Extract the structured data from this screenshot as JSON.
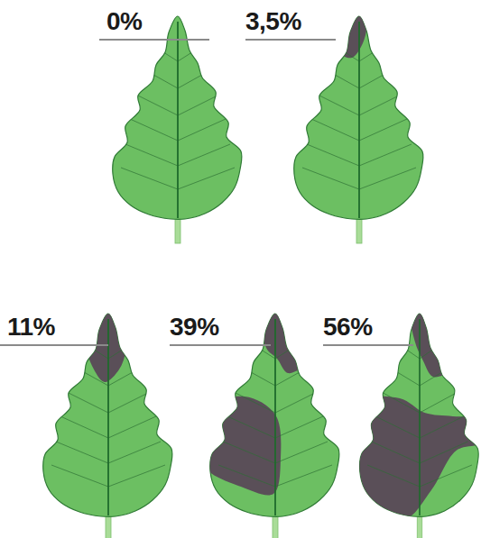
{
  "diagram": {
    "labels": [
      "0%",
      "3,5%",
      "11%",
      "39%",
      "56%"
    ]
  }
}
